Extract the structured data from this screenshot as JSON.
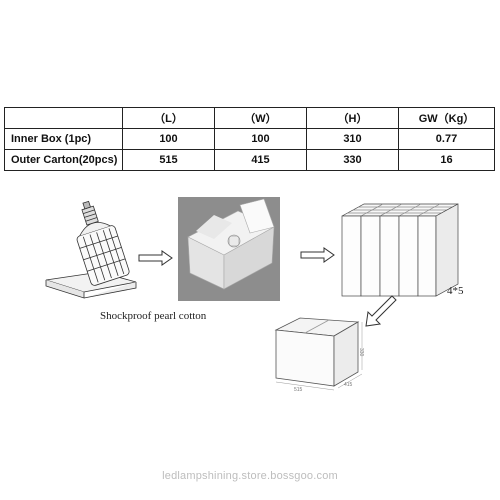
{
  "table": {
    "headers": [
      "",
      "（L）",
      "（W）",
      "（H）",
      "GW（Kg）"
    ],
    "rows": [
      {
        "label": "Inner Box (1pc)",
        "cells": [
          "100",
          "100",
          "310",
          "0.77"
        ]
      },
      {
        "label": "Outer Carton(20pcs)",
        "cells": [
          "515",
          "415",
          "330",
          "16"
        ]
      }
    ]
  },
  "diagram": {
    "lamp_caption": "Shockproof pearl cotton",
    "grid_label": "4*5",
    "carton_dims": {
      "length": "515",
      "width": "415",
      "height": "330"
    }
  },
  "watermark": "ledlampshining.store.bossgoo.com",
  "colors": {
    "line": "#222222",
    "box_face": "#f4f4f4",
    "photo_bg": "#8d8d8d",
    "watermark": "#bdbdbd"
  },
  "icons": [
    "lamp-illustration",
    "arrow-right-icon",
    "arrow-down-left-icon",
    "carton-illustration"
  ]
}
